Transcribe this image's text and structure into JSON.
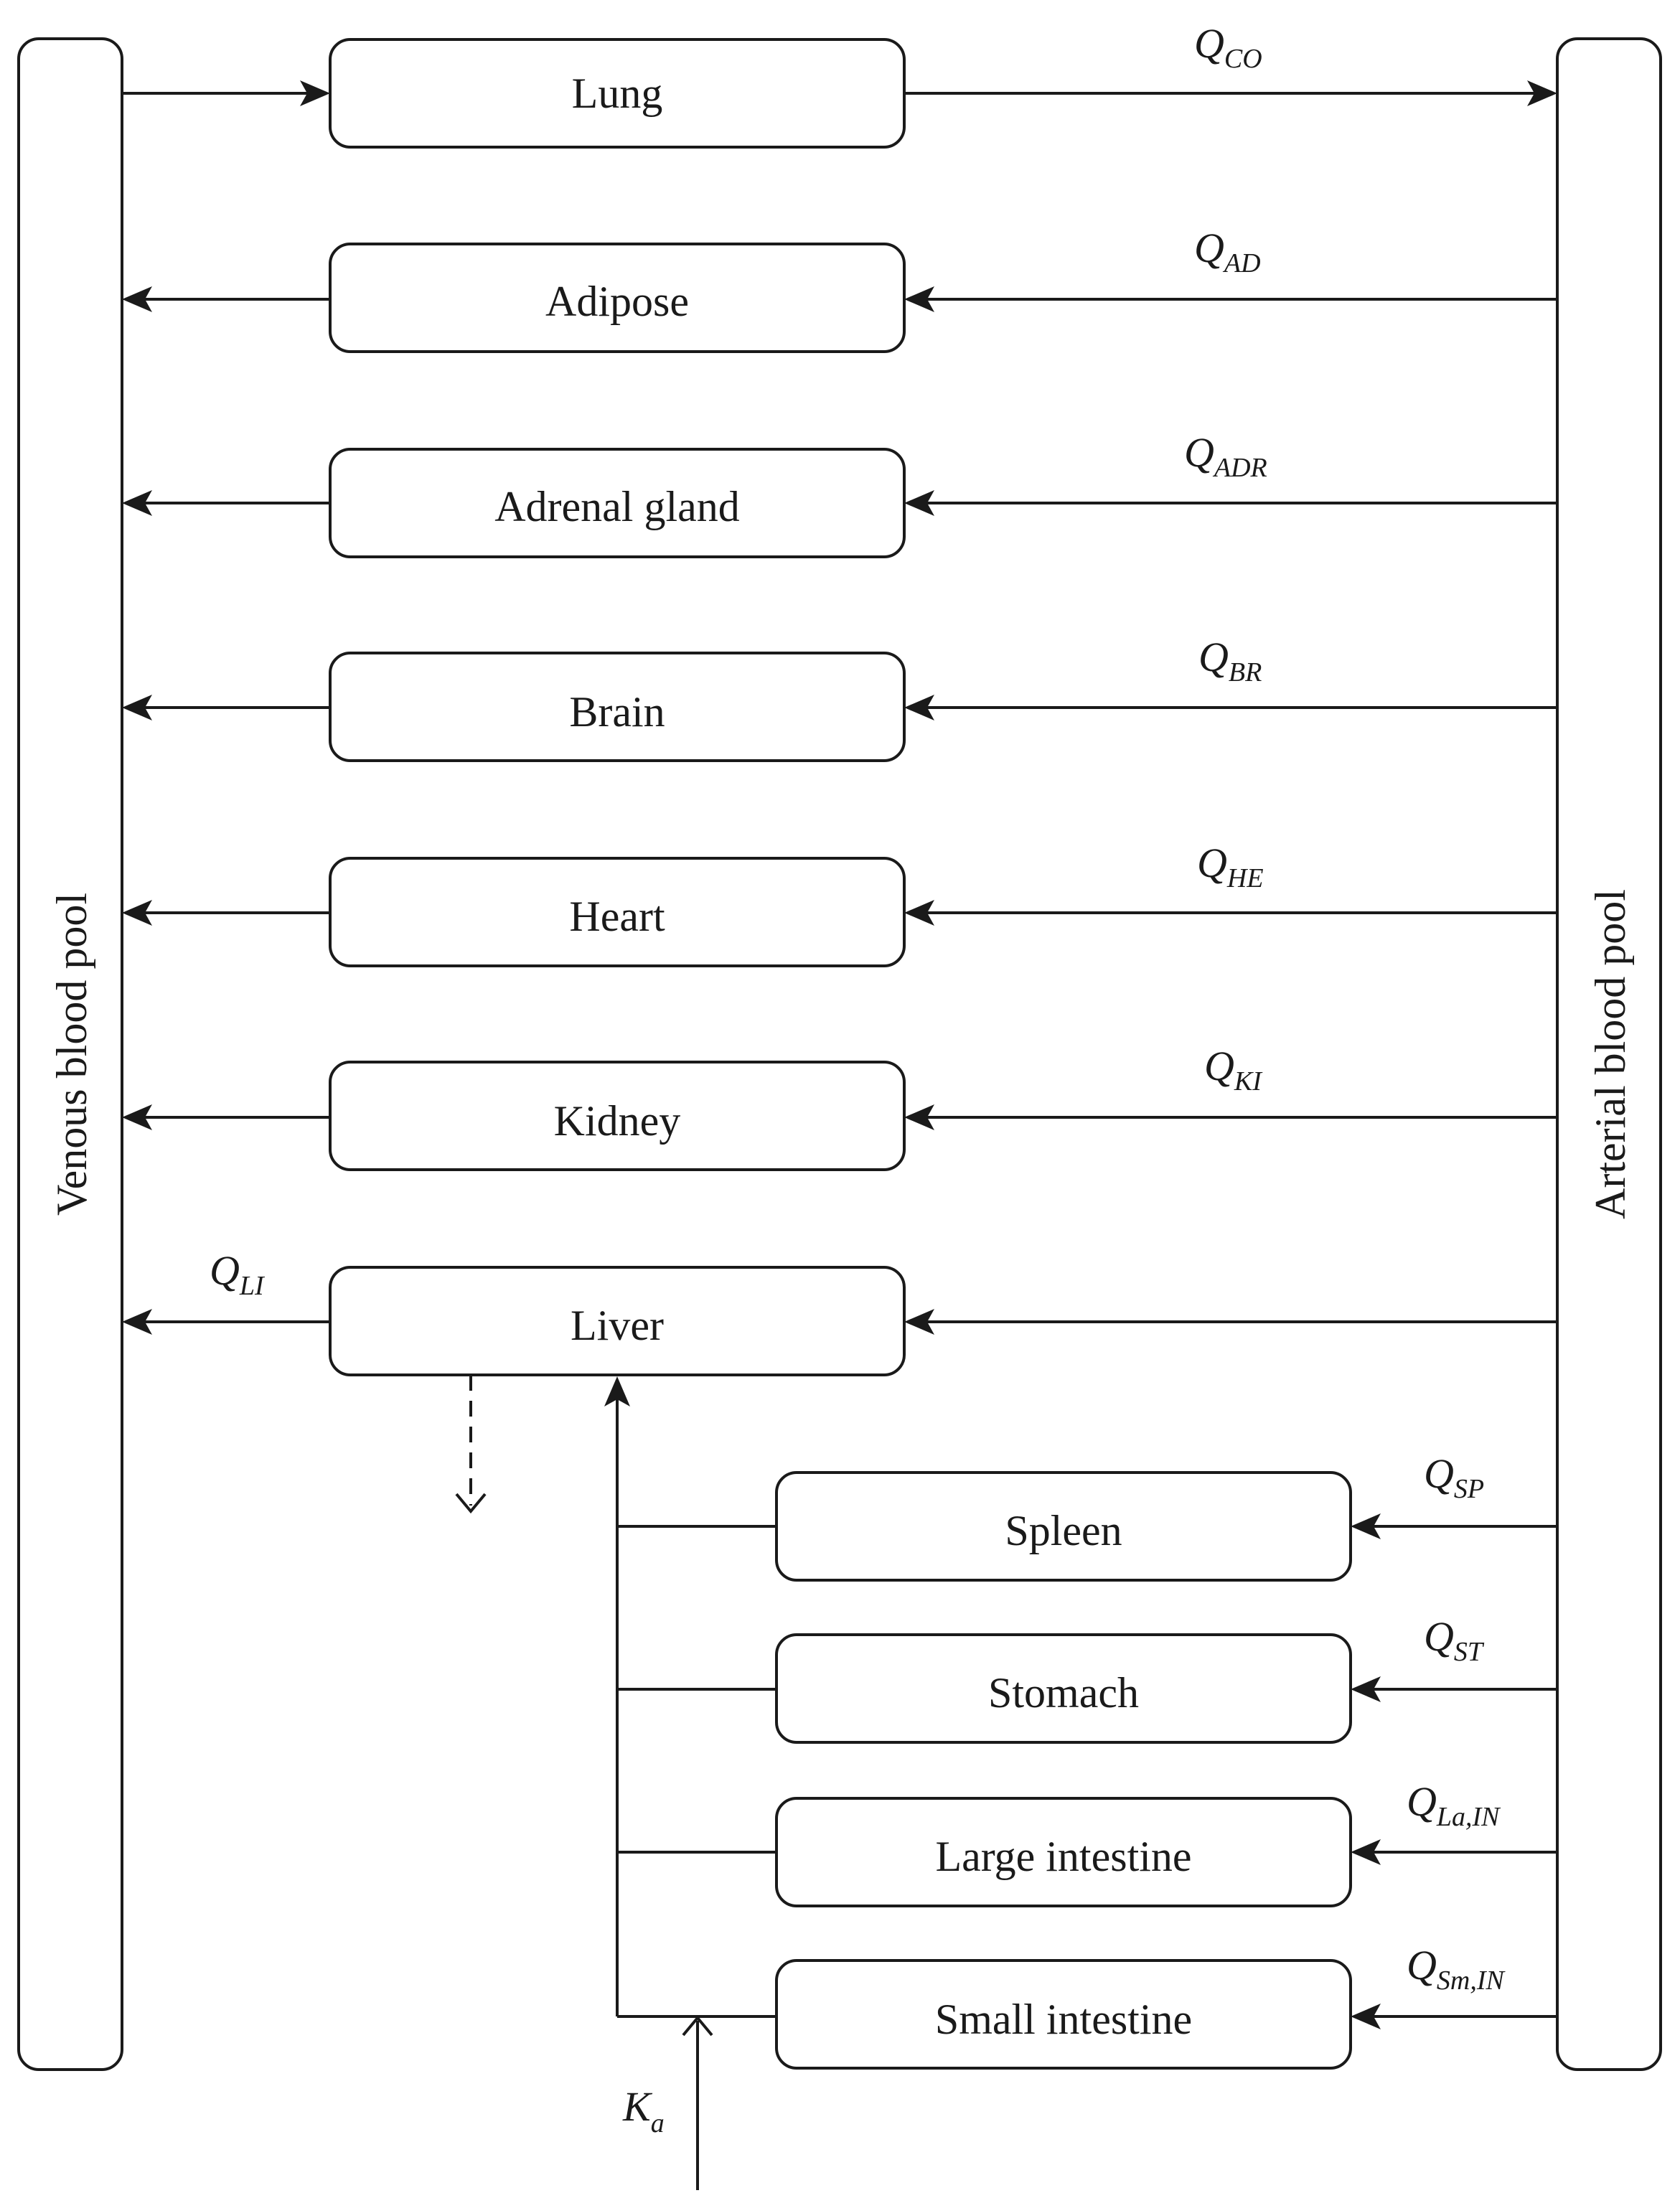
{
  "pools": {
    "venous": "Venous blood pool",
    "arterial": "Arterial blood pool"
  },
  "organs": {
    "lung": "Lung",
    "adipose": "Adipose",
    "adrenal": "Adrenal gland",
    "brain": "Brain",
    "heart": "Heart",
    "kidney": "Kidney",
    "liver": "Liver",
    "spleen": "Spleen",
    "stomach": "Stomach",
    "large_intestine": "Large intestine",
    "small_intestine": "Small intestine"
  },
  "flows": {
    "co": {
      "symbol": "Q",
      "sub": "CO"
    },
    "ad": {
      "symbol": "Q",
      "sub": "AD"
    },
    "adr": {
      "symbol": "Q",
      "sub": "ADR"
    },
    "br": {
      "symbol": "Q",
      "sub": "BR"
    },
    "he": {
      "symbol": "Q",
      "sub": "HE"
    },
    "ki": {
      "symbol": "Q",
      "sub": "KI"
    },
    "li": {
      "symbol": "Q",
      "sub": "LI"
    },
    "sp": {
      "symbol": "Q",
      "sub": "SP"
    },
    "st": {
      "symbol": "Q",
      "sub": "ST"
    },
    "la_in": {
      "symbol": "Q",
      "sub": "La,IN"
    },
    "sm_in": {
      "symbol": "Q",
      "sub": "Sm,IN"
    },
    "ka": {
      "symbol": "K",
      "sub": "a"
    }
  }
}
